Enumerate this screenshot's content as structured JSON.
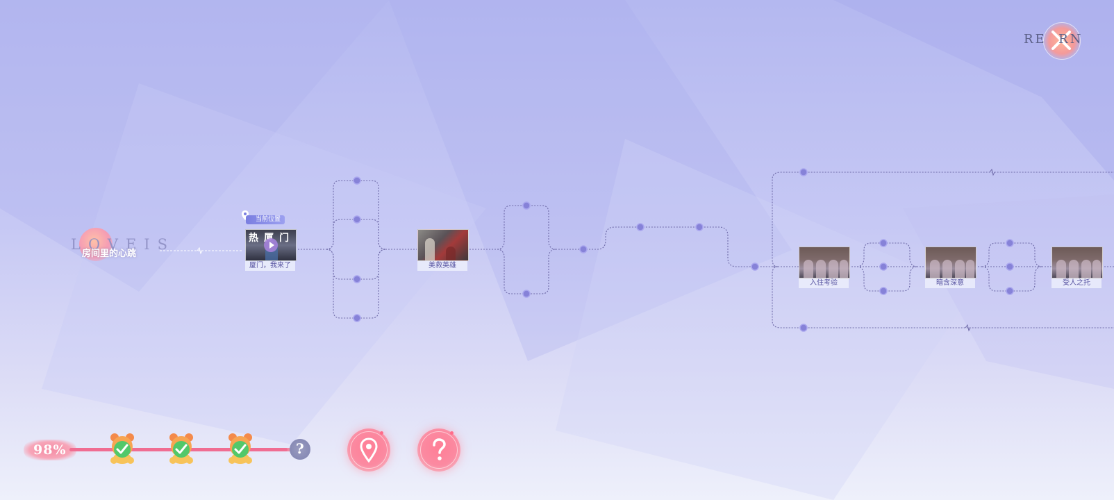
{
  "logo": {
    "text": "RE  RN"
  },
  "start": {
    "brand": "LOVEIS",
    "title": "房间里的心跳"
  },
  "location_tag": "当前位置",
  "nodes": [
    {
      "caption": "厦门，我来了",
      "overlay": "热厦门",
      "has_play": true
    },
    {
      "caption": "美救英雄"
    },
    {
      "caption": "入住考验"
    },
    {
      "caption": "暗含深意"
    },
    {
      "caption": "受人之托"
    }
  ],
  "progress": {
    "percent_text": "98%",
    "value": 0.98
  },
  "bears": [
    {
      "name": "bear-checkpoint-1",
      "completed": true
    },
    {
      "name": "bear-checkpoint-2",
      "completed": true
    },
    {
      "name": "bear-checkpoint-3",
      "completed": true
    }
  ],
  "help_small_glyph": "?",
  "colors": {
    "accent": "#f06d92",
    "line": "#6e6aa8",
    "dot": "#8682d8"
  }
}
